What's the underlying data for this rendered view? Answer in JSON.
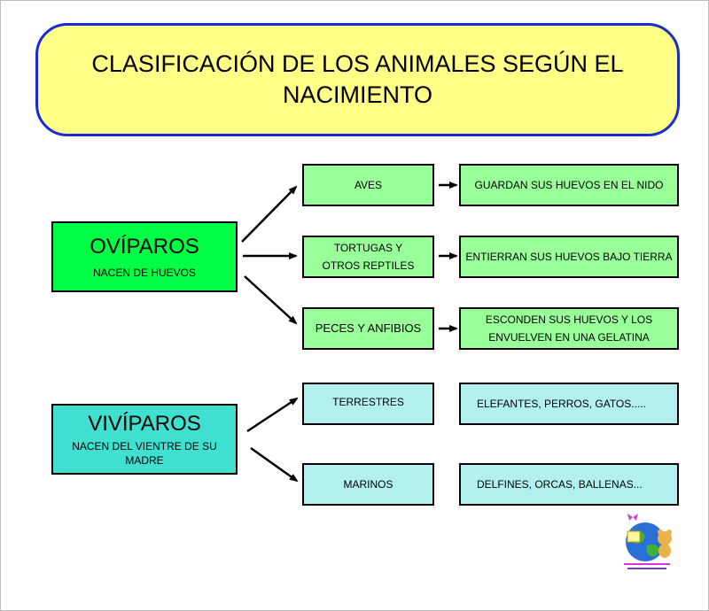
{
  "title": "CLASIFICACIÓN DE LOS ANIMALES SEGÚN EL NACIMIENTO",
  "oviparos": {
    "heading": "OVÍPAROS",
    "subtitle": "NACEN DE HUEVOS",
    "groups": [
      {
        "name": "AVES",
        "detail": "GUARDAN SUS HUEVOS EN EL NIDO"
      },
      {
        "name_line1": "TORTUGAS Y",
        "name_line2": "OTROS REPTILES",
        "detail": "ENTIERRAN SUS HUEVOS BAJO TIERRA"
      },
      {
        "name": "PECES Y ANFIBIOS",
        "detail_line1": "ESCONDEN SUS HUEVOS Y LOS",
        "detail_line2": "ENVUELVEN EN  UNA GELATINA"
      }
    ]
  },
  "viviparos": {
    "heading": "VIVÍPAROS",
    "subtitle_line1": "NACEN DEL VIENTRE DE SU",
    "subtitle_line2": "MADRE",
    "groups": [
      {
        "name": "TERRESTRES",
        "examples": "ELEFANTES, PERROS, GATOS....."
      },
      {
        "name": "MARINOS",
        "examples": "DELFINES, ORCAS, BALLENAS..."
      }
    ]
  },
  "colors": {
    "title_fill": "#ffff88",
    "title_border": "#1a2bd0",
    "oviparos_fill": "#00ff44",
    "oviparos_group_fill": "#99ff99",
    "viviparos_fill": "#40e0d0",
    "viviparos_group_fill": "#b2f0f0"
  },
  "logo": {
    "icon": "globe-with-bear-logo"
  }
}
